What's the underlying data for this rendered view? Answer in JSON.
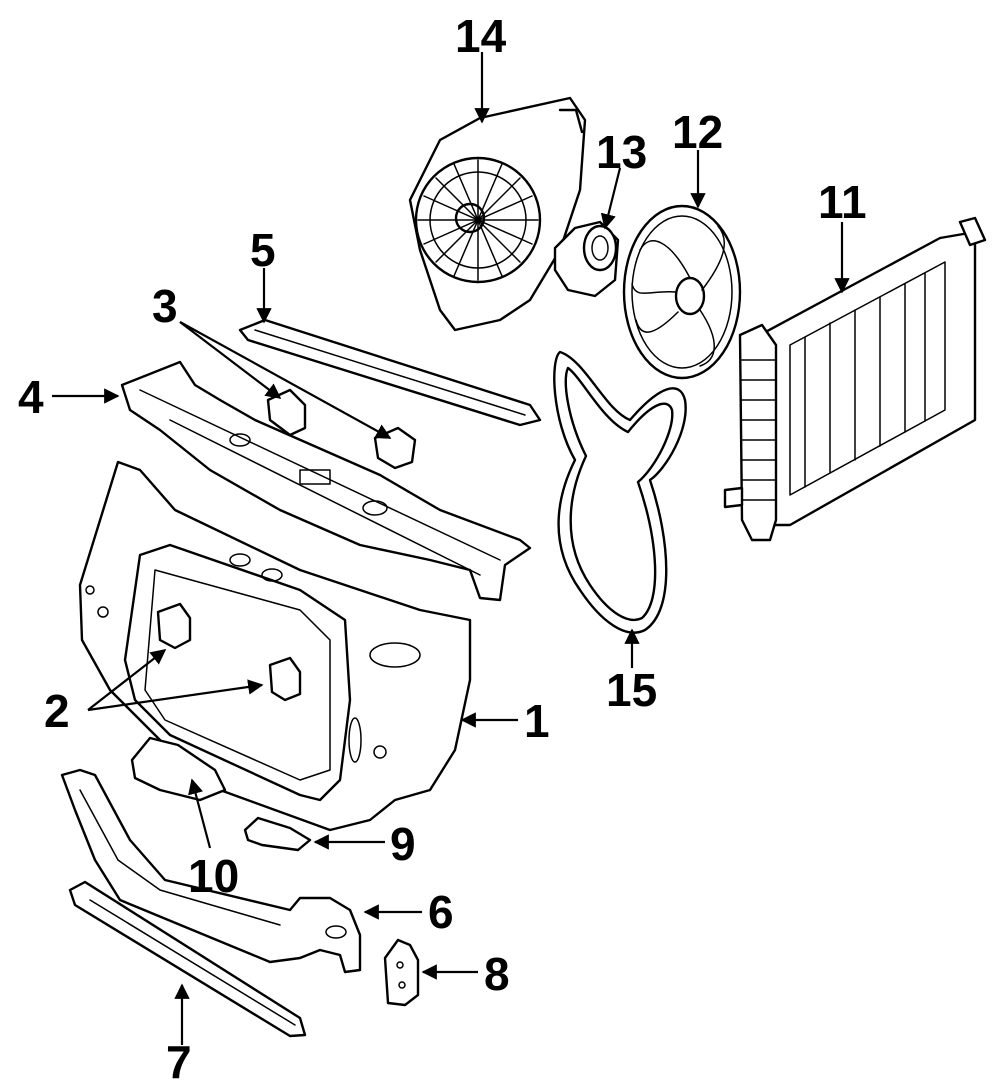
{
  "callouts": [
    {
      "id": 1,
      "label": "1"
    },
    {
      "id": 2,
      "label": "2"
    },
    {
      "id": 3,
      "label": "3"
    },
    {
      "id": 4,
      "label": "4"
    },
    {
      "id": 5,
      "label": "5"
    },
    {
      "id": 6,
      "label": "6"
    },
    {
      "id": 7,
      "label": "7"
    },
    {
      "id": 8,
      "label": "8"
    },
    {
      "id": 9,
      "label": "9"
    },
    {
      "id": 10,
      "label": "10"
    },
    {
      "id": 11,
      "label": "11"
    },
    {
      "id": 12,
      "label": "12"
    },
    {
      "id": 13,
      "label": "13"
    },
    {
      "id": 14,
      "label": "14"
    },
    {
      "id": 15,
      "label": "15"
    }
  ]
}
